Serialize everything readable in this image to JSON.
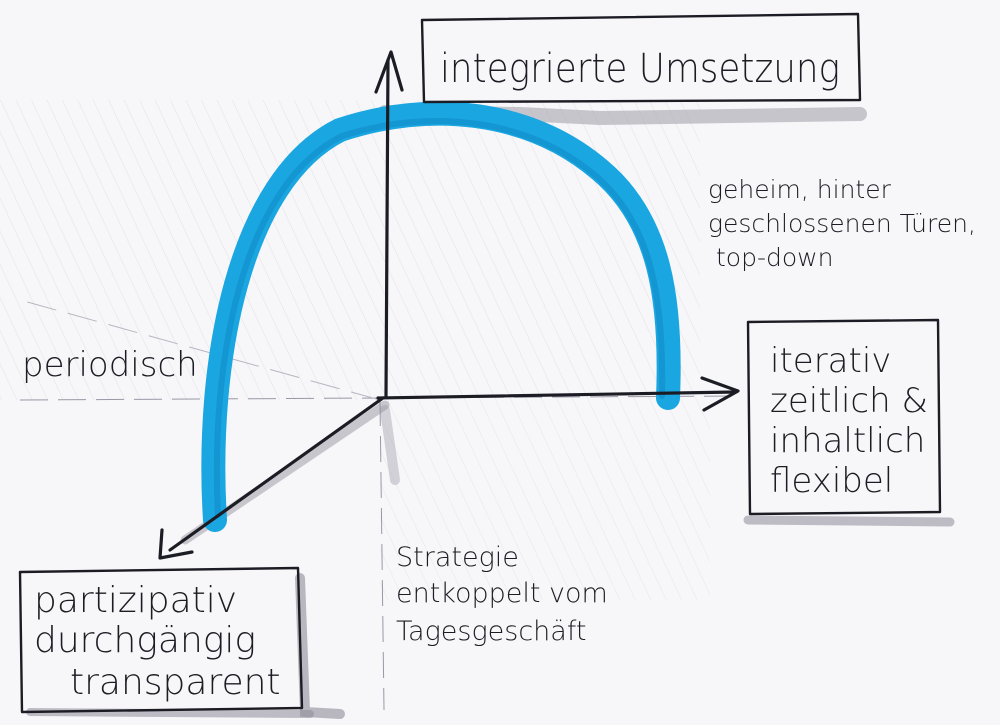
{
  "top_box": {
    "label": "integrierte Umsetzung"
  },
  "right_box": {
    "lines": [
      "iterativ",
      "zeitlich &",
      "inhaltlich",
      "flexibel"
    ]
  },
  "bottom_left_box": {
    "lines": [
      "partizipativ",
      "durchgängig",
      "transparent"
    ]
  },
  "label_periodisch": "periodisch",
  "label_geheim": {
    "lines": [
      "geheim, hinter",
      "geschlossenen Türen,",
      "top-down"
    ]
  },
  "label_strategie": {
    "lines": [
      "Strategie",
      "entkoppelt vom",
      "Tagesgeschäft"
    ]
  },
  "colors": {
    "arc": "#1aa6e0",
    "arc_dark": "#0b86c4",
    "ink": "#1c1c24",
    "shadow": "#8e8c99"
  }
}
